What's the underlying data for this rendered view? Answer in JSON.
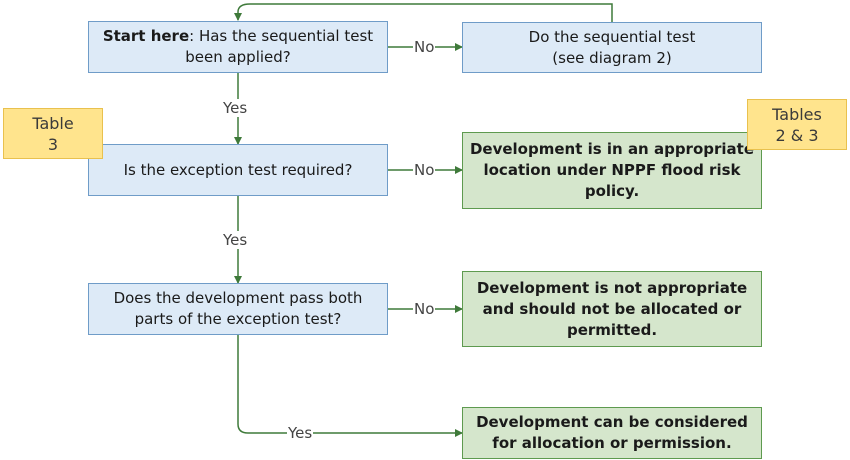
{
  "flowchart": {
    "start": {
      "lead": "Start here",
      "rest_line1": ": Has the sequential test",
      "line2": "been applied?"
    },
    "sequential": {
      "line1": "Do the sequential test",
      "line2": "(see diagram 2)"
    },
    "exception_required": {
      "line1": "Is the exception test required?"
    },
    "exception_pass": {
      "line1": "Does the development pass both",
      "line2": "parts of the exception test?"
    },
    "appropriate": {
      "line1": "Development is in an appropriate",
      "line2": "location under NPPF flood risk",
      "line3": "policy."
    },
    "not_appropriate": {
      "line1": "Development is not appropriate",
      "line2": "and should not be allocated or",
      "line3": "permitted."
    },
    "considered": {
      "line1": "Development can be considered",
      "line2": "for allocation or permission."
    },
    "labels": {
      "yes": "Yes",
      "no": "No"
    },
    "notes": {
      "table3": {
        "line1": "Table",
        "line2": "3"
      },
      "tables23": {
        "line1": "Tables",
        "line2": "2 & 3"
      }
    }
  },
  "colors": {
    "question_fill": "#ddeaf7",
    "question_border": "#6f9cc8",
    "result_fill": "#d5e6cc",
    "result_border": "#5e9a4f",
    "note_fill": "#ffe48d",
    "connector": "#3f7a3a"
  }
}
